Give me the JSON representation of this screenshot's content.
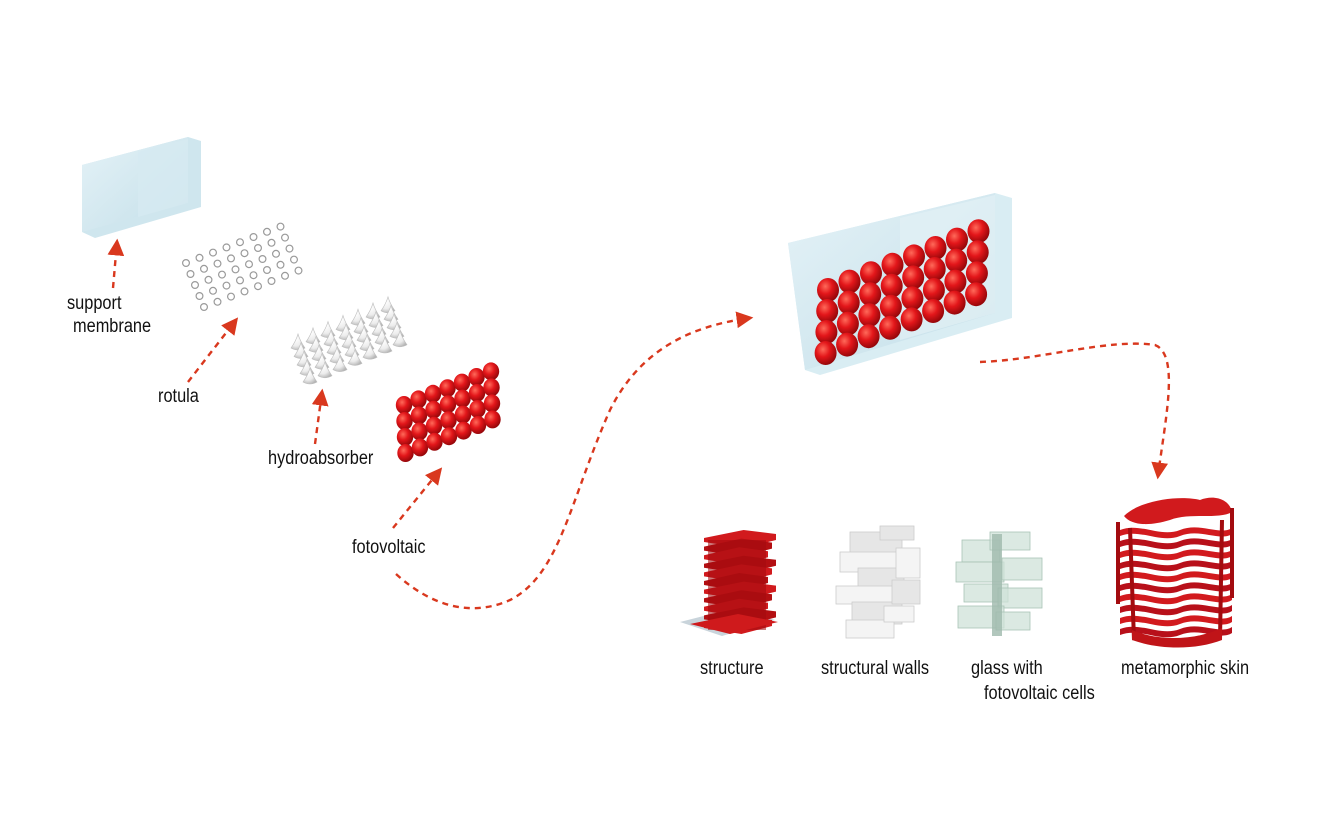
{
  "colors": {
    "accent": "#e21b1b",
    "arrow": "#d9381e",
    "membrane": "#d7ecf3",
    "white_module": "#f2f2f2",
    "glass": "#cfe2d8"
  },
  "labels": {
    "support_membrane_line1": "support",
    "support_membrane_line2": "membrane",
    "rotula": "rotula",
    "hydroabsorber": "hydroabsorber",
    "fotovoltaic": "fotovoltaic",
    "structure": "structure",
    "structural_walls": "structural walls",
    "glass_line1": "glass with",
    "glass_line2": "fotovoltaic cells",
    "metamorphic_skin": "metamorphic skin"
  }
}
